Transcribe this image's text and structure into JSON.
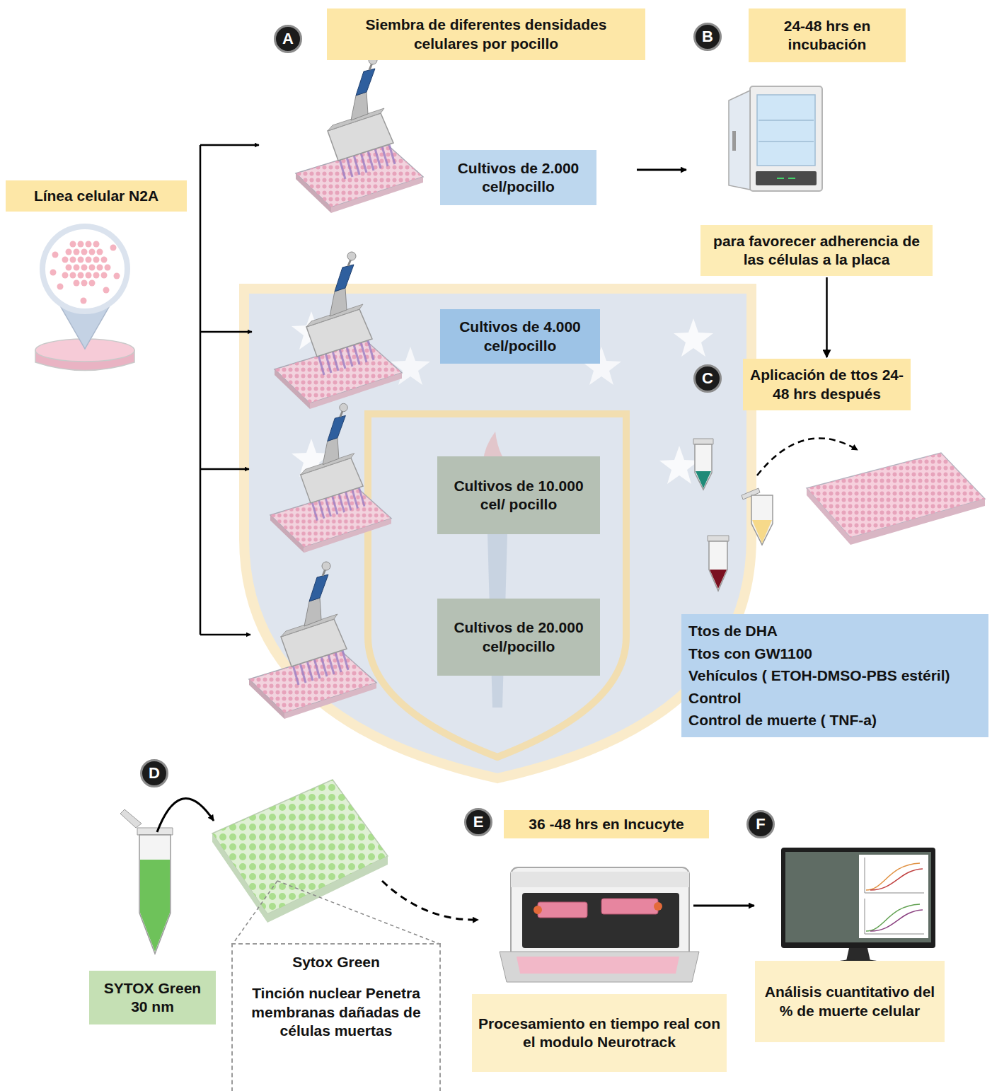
{
  "diagram": {
    "nodes": [
      {
        "text": [
          "A"
        ]
      },
      {
        "text": [
          "Siembra de diferentes densidades celulares por pocillo"
        ]
      },
      {
        "text": [
          "B"
        ]
      },
      {
        "text": [
          "24-48 hrs en incubación"
        ]
      },
      {
        "text": [
          "Línea celular N2A"
        ]
      },
      {
        "text": [
          "Cultivos de 2.000 cel/pocillo"
        ]
      },
      {
        "text": [
          "para favorecer adherencia de las células a la placa"
        ]
      },
      {
        "text": [
          "Cultivos de 4.000 cel/pocillo"
        ]
      },
      {
        "text": [
          "C"
        ]
      },
      {
        "text": [
          "Aplicación de ttos 24-48 hrs después"
        ]
      },
      {
        "text": [
          "Cultivos de 10.000 cel/ pocillo"
        ]
      },
      {
        "text": [
          "Cultivos de 20.000 cel/pocillo"
        ]
      },
      {
        "text": [
          "Ttos de DHA",
          "Ttos con GW1100",
          "Vehículos ( ETOH-DMSO-PBS estéril)",
          "Control",
          "Control de muerte ( TNF-a)"
        ]
      },
      {
        "text": [
          "D"
        ]
      },
      {
        "text": [
          "E"
        ]
      },
      {
        "text": [
          "36 -48 hrs en Incucyte"
        ]
      },
      {
        "text": [
          "F"
        ]
      },
      {
        "text": [
          "SYTOX Green 30 nm"
        ]
      },
      {
        "text": [
          "Sytox Green",
          "Tinción nuclear Penetra membranas dañadas de células muertas"
        ]
      },
      {
        "text": [
          "Procesamiento en tiempo real con el modulo Neurotrack"
        ]
      },
      {
        "text": [
          "Análisis cuantitativo del % de muerte celular"
        ]
      }
    ],
    "edges": [
      {
        "from": 6,
        "to": 9,
        "arrow": "to"
      }
    ]
  }
}
